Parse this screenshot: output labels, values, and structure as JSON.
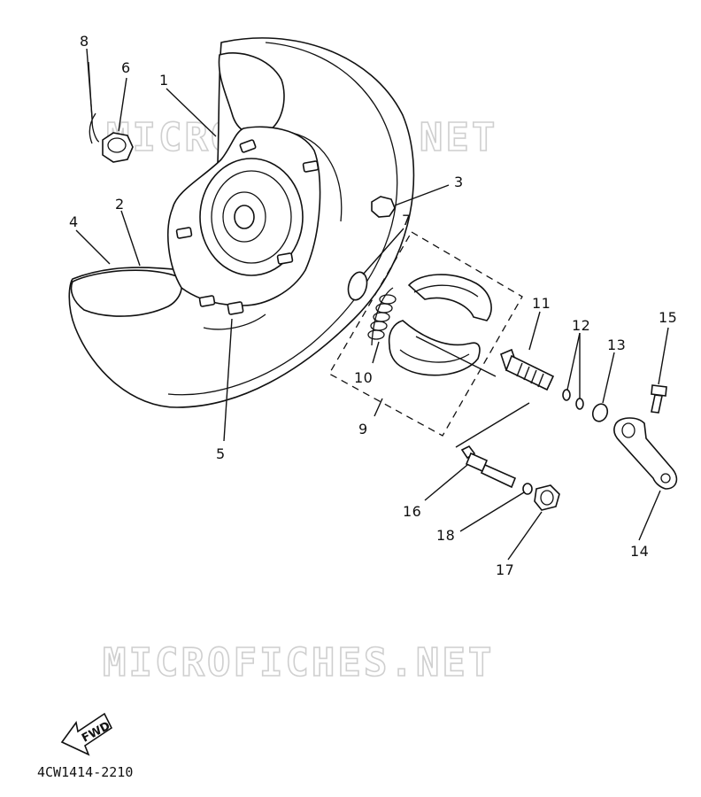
{
  "watermark": "MICROFICHES.NET",
  "diagram_code": "4CW1414-2210",
  "direction_label": "FWD",
  "callouts": [
    "1",
    "2",
    "3",
    "4",
    "5",
    "6",
    "7",
    "8",
    "9",
    "10",
    "11",
    "12",
    "13",
    "14",
    "15",
    "16",
    "17",
    "18"
  ]
}
